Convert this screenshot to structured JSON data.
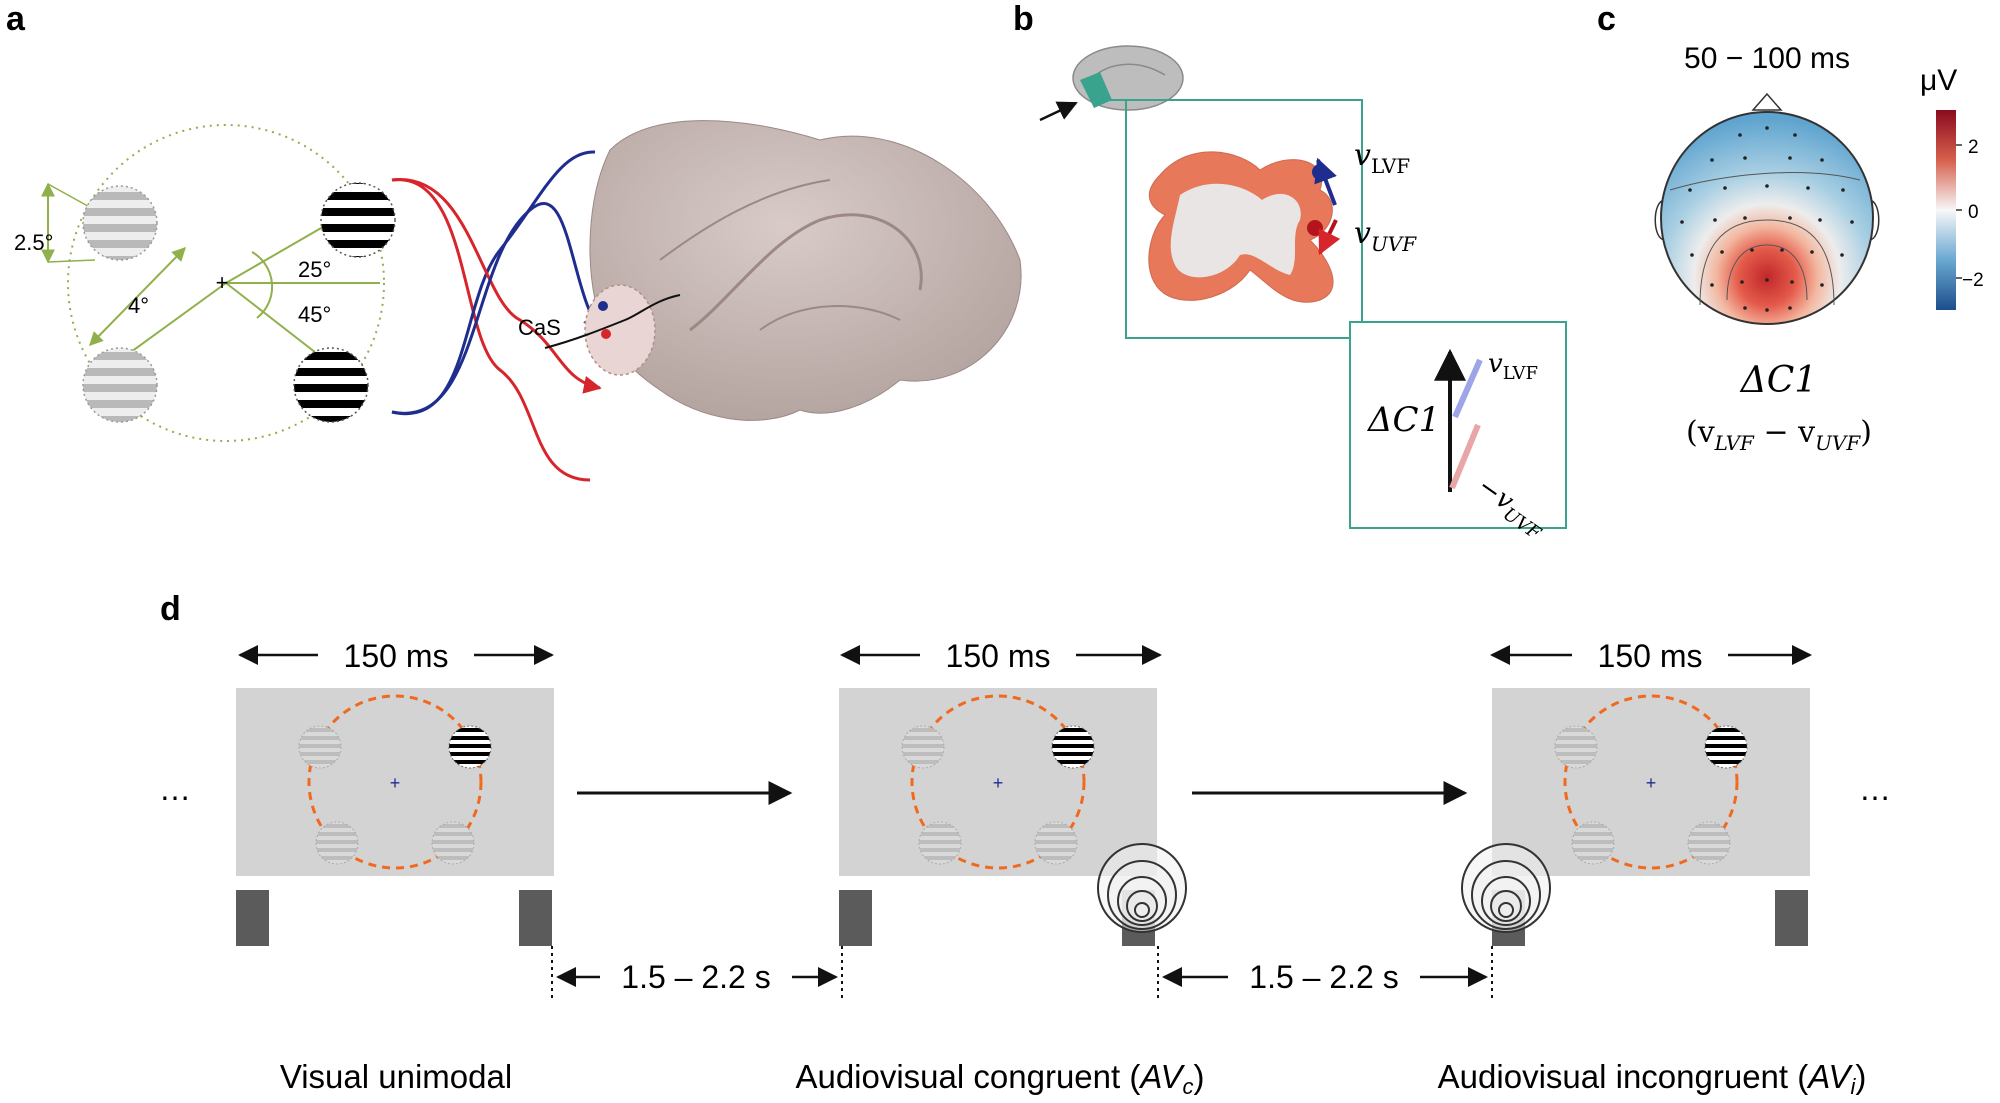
{
  "panels": {
    "a": {
      "letter": "a",
      "labels": {
        "size": "2.5°",
        "eccentricity": "4°",
        "angle_upper": "25°",
        "angle_lower": "45°",
        "sulcus": "CaS"
      }
    },
    "b": {
      "letter": "b",
      "labels": {
        "v_lvf": "v",
        "v_lvf_sub": "LVF",
        "v_uvf": "v",
        "v_uvf_sub": "UVF",
        "delta_c1": "ΔC1",
        "inset_v_lvf": "v",
        "inset_v_lvf_sub": "LVF",
        "inset_neg_v_uvf": "−v",
        "inset_neg_v_uvf_sub": "UVF"
      }
    },
    "c": {
      "letter": "c",
      "time_window": "50 − 100 ms",
      "colorbar": {
        "unit": "μV",
        "ticks": [
          "2",
          "0",
          "−2"
        ]
      },
      "title": "ΔC1",
      "formula": {
        "open": "(v",
        "sub1": "LVF",
        "minus": " − v",
        "sub2": "UVF",
        "close": ")"
      }
    },
    "d": {
      "letter": "d",
      "ellipsis": "…",
      "duration": "150 ms",
      "interval": "1.5 – 2.2 s",
      "conditions": [
        {
          "label": "Visual unimodal",
          "suffix": "",
          "sub": ""
        },
        {
          "label": "Audiovisual congruent (",
          "suffix": "AV",
          "sub": "c"
        },
        {
          "label": "Audiovisual incongruent (",
          "suffix": "AV",
          "sub": "i"
        }
      ],
      "close_paren": ")"
    }
  },
  "colors": {
    "green": "#8fb04a",
    "red": "#d7262b",
    "blue": "#1f2d8f",
    "teal": "#3aa38e",
    "orange": "#ef6a1f",
    "screen": "#d3d3d3",
    "speaker": "#5b5b5b",
    "brain": "#c7b7b4"
  }
}
